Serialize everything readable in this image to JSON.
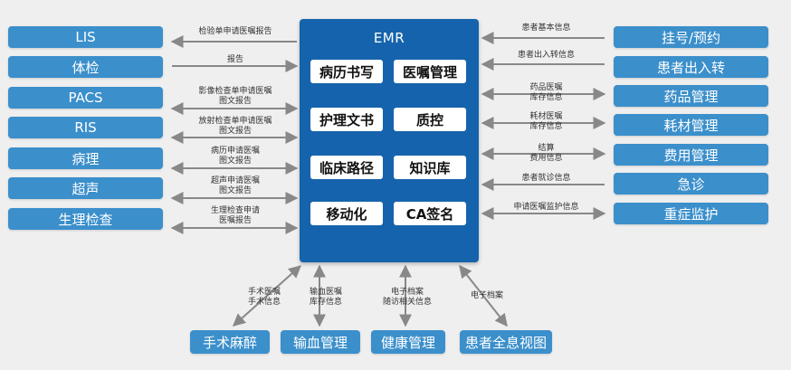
{
  "emr": {
    "title": "EMR",
    "modules": [
      "病历书写",
      "医嘱管理",
      "护理文书",
      "质控",
      "临床路径",
      "知识库",
      "移动化",
      "CA签名"
    ]
  },
  "left_systems": [
    {
      "name": "LIS",
      "label": [
        "检验单申请医嘱报告"
      ]
    },
    {
      "name": "体检",
      "label": [
        "报告"
      ]
    },
    {
      "name": "PACS",
      "label": [
        "影像检查单申请医嘱",
        "图文报告"
      ]
    },
    {
      "name": "RIS",
      "label": [
        "放射检查单申请医嘱",
        "图文报告"
      ]
    },
    {
      "name": "病理",
      "label": [
        "病历申请医嘱",
        "图文报告"
      ]
    },
    {
      "name": "超声",
      "label": [
        "超声申请医嘱",
        "图文报告"
      ]
    },
    {
      "name": "生理检查",
      "label": [
        "生理检查申请",
        "医嘱报告"
      ]
    }
  ],
  "right_systems": [
    {
      "name": "挂号/预约",
      "label": [
        "患者基本信息"
      ]
    },
    {
      "name": "患者出入转",
      "label": [
        "患者出入转信息"
      ]
    },
    {
      "name": "药品管理",
      "label": [
        "药品医嘱",
        "库存信息"
      ]
    },
    {
      "name": "耗材管理",
      "label": [
        "耗材医嘱",
        "库存信息"
      ]
    },
    {
      "name": "费用管理",
      "label": [
        "结算",
        "费用信息"
      ]
    },
    {
      "name": "急诊",
      "label": [
        "患者就诊信息"
      ]
    },
    {
      "name": "重症监护",
      "label": [
        "申请医嘱监护信息"
      ]
    }
  ],
  "bottom_systems": [
    {
      "name": "手术麻醉",
      "label": [
        "手术医嘱",
        "手术信息"
      ]
    },
    {
      "name": "输血管理",
      "label": [
        "输血医嘱",
        "库存信息"
      ]
    },
    {
      "name": "健康管理",
      "label": [
        "电子档案",
        "随访相关信息"
      ]
    },
    {
      "name": "患者全息视图",
      "label": [
        "电子档案"
      ]
    }
  ],
  "colors": {
    "system_box": "#3b8fcb",
    "emr_block": "#1663ad",
    "module_box": "#ffffff",
    "arrow": "#888888",
    "background": "#efefef"
  }
}
